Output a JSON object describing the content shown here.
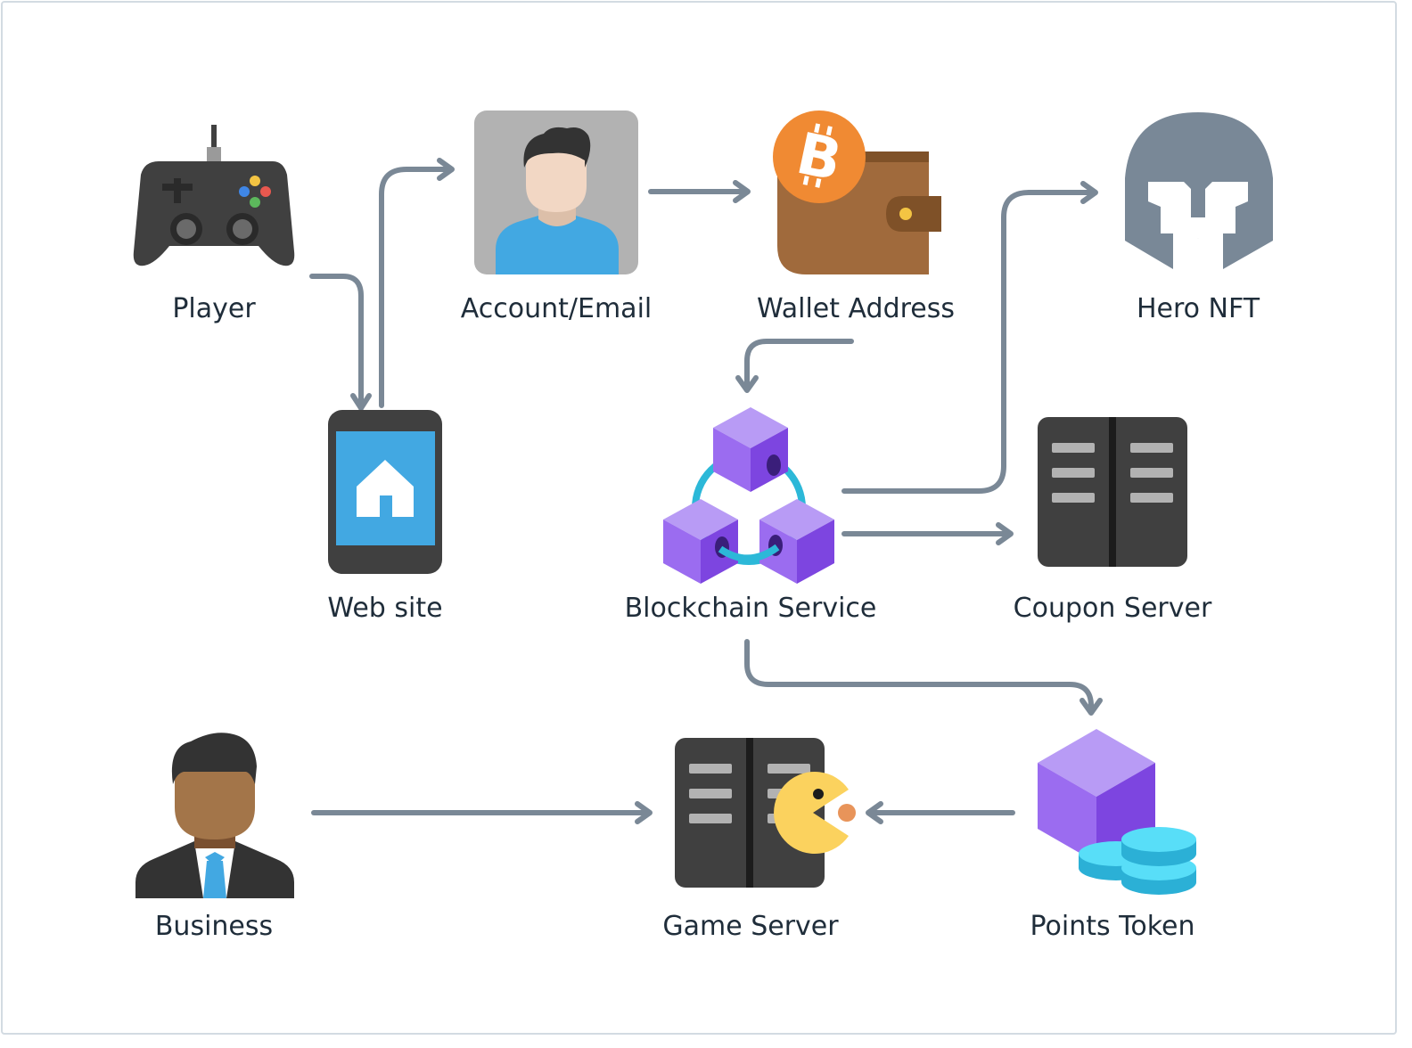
{
  "nodes": {
    "player": {
      "label": "Player",
      "icon": "gamepad-icon"
    },
    "account": {
      "label": "Account/Email",
      "icon": "user-avatar-icon"
    },
    "wallet": {
      "label": "Wallet Address",
      "icon": "bitcoin-wallet-icon"
    },
    "hero": {
      "label": "Hero NFT",
      "icon": "helmet-icon"
    },
    "website": {
      "label": "Web site",
      "icon": "phone-home-icon"
    },
    "blockchain": {
      "label": "Blockchain Service",
      "icon": "blockchain-cubes-icon"
    },
    "coupon": {
      "label": "Coupon Server",
      "icon": "server-icon"
    },
    "business": {
      "label": "Business",
      "icon": "businessman-icon"
    },
    "gameserver": {
      "label": "Game Server",
      "icon": "server-pacman-icon"
    },
    "points": {
      "label": "Points Token",
      "icon": "cube-coins-icon"
    }
  },
  "colors": {
    "edge": "#7a8896",
    "text": "#1f2d3a",
    "dark": "#404040",
    "blue": "#42a8e2",
    "purple": "#9b6cf0",
    "bitcoin": "#f08a33",
    "wallet": "#a06a3c",
    "helmet": "#798897",
    "cyan": "#42c8e8"
  }
}
